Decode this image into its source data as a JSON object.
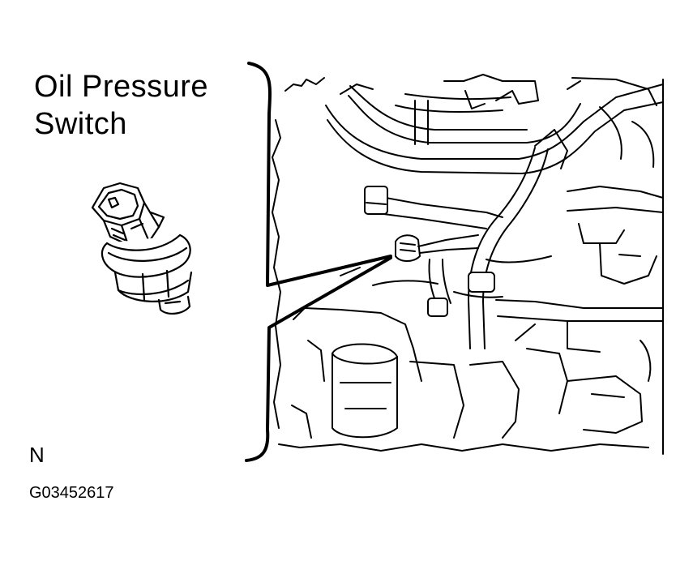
{
  "callout": {
    "line1": "Oil Pressure",
    "line2": "Switch"
  },
  "view_code": "N",
  "figure_id": "G03452617",
  "colors": {
    "ink": "#000000",
    "background": "#ffffff"
  }
}
